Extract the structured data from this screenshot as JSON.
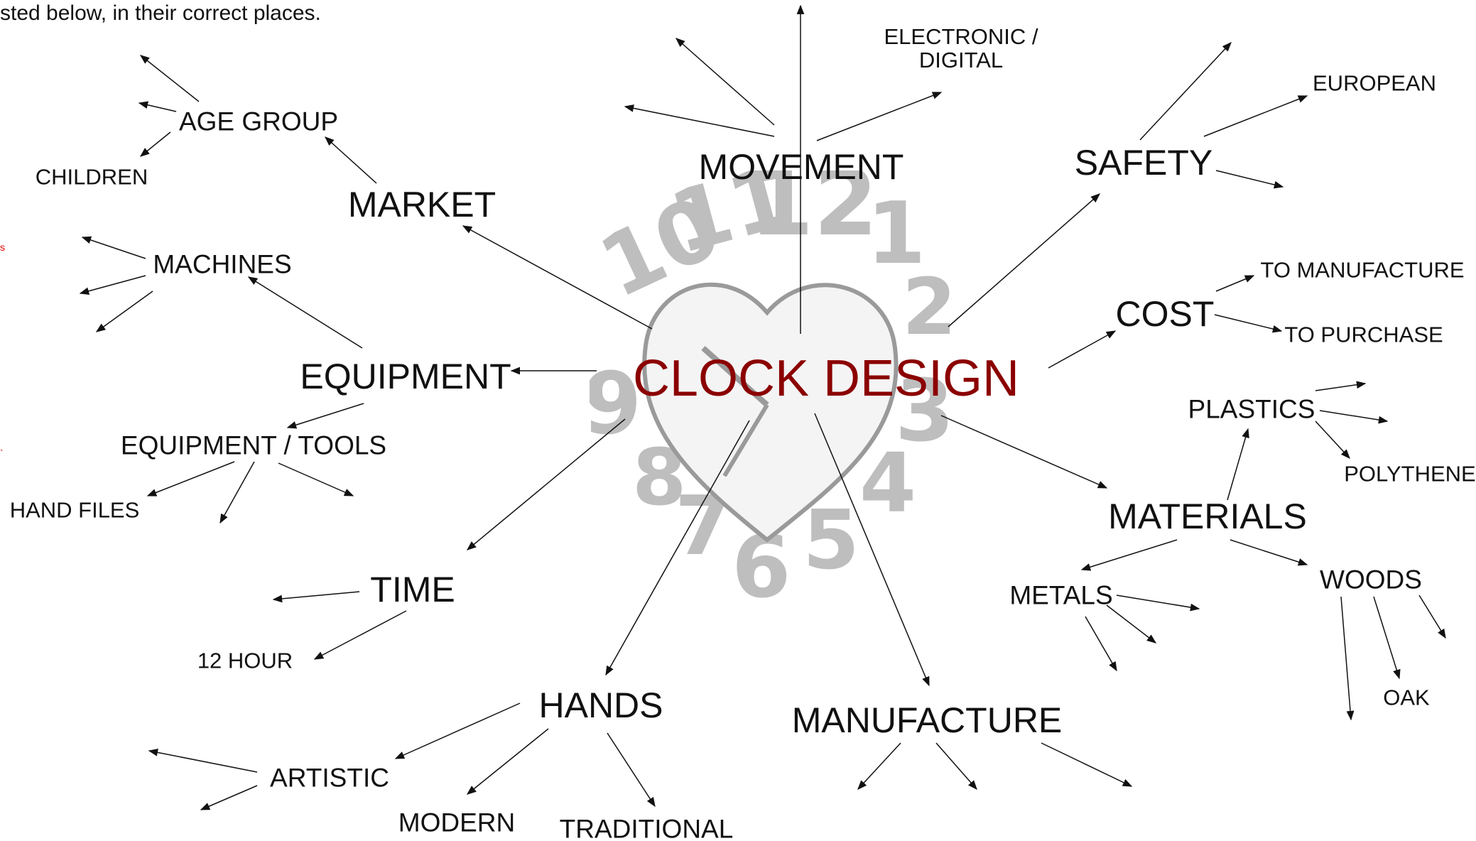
{
  "intro_text": "sted below, in their correct places.",
  "central": "CLOCK DESIGN",
  "branches": {
    "movement": "MOVEMENT",
    "safety": "SAFETY",
    "market": "MARKET",
    "cost": "COST",
    "equipment": "EQUIPMENT",
    "materials": "MATERIALS",
    "time": "TIME",
    "hands": "HANDS",
    "manufacture": "MANUFACTURE"
  },
  "sub": {
    "electronic_digital": "ELECTRONIC / DIGITAL",
    "european": "EUROPEAN",
    "age_group": "AGE GROUP",
    "children": "CHILDREN",
    "machines": "MACHINES",
    "equipment_tools": "EQUIPMENT / TOOLS",
    "hand_files": "HAND FILES",
    "to_manufacture": "TO MANUFACTURE",
    "to_purchase": "TO PURCHASE",
    "plastics": "PLASTICS",
    "polythene": "POLYTHENE",
    "metals": "METALS",
    "woods": "WOODS",
    "oak": "OAK",
    "twelve_hour": "12 HOUR",
    "artistic": "ARTISTIC",
    "modern": "MODERN",
    "traditional": "TRADITIONAL"
  },
  "colors": {
    "title": "#8b0000",
    "watermark": "#7a7a7a",
    "lines": "#111111"
  }
}
